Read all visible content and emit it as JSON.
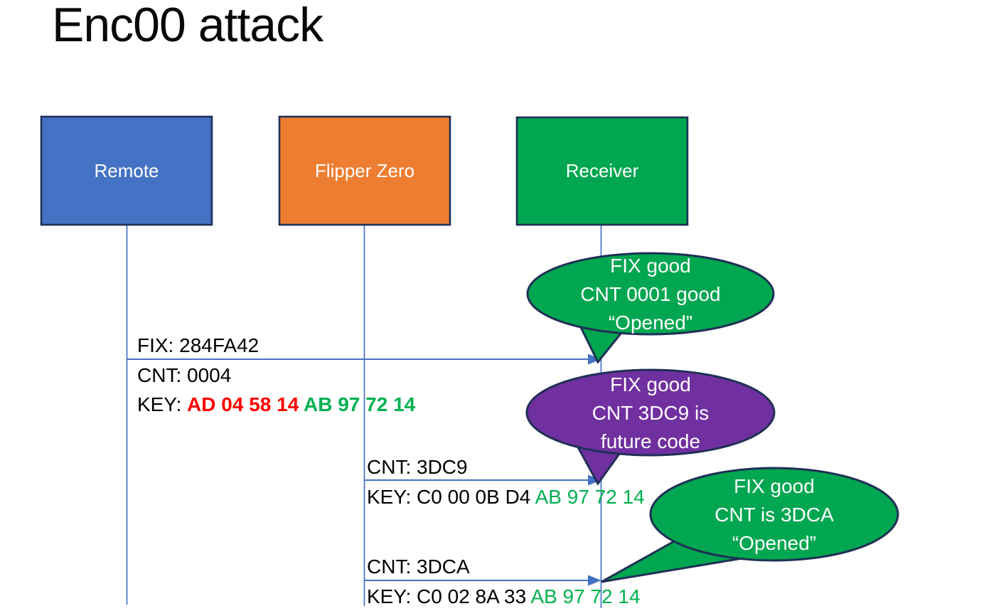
{
  "title": "Enc00 attack",
  "colors": {
    "remote_fill": "#4472C4",
    "flipper_fill": "#ED7D31",
    "receiver_fill": "#00A650",
    "callout_green": "#00A650",
    "callout_purple": "#7030A0",
    "shape_outline": "#1F3055",
    "wire_blue": "#4472C4",
    "key_red": "#FF0000",
    "key_green": "#00B050"
  },
  "actors": [
    {
      "label": "Remote",
      "fill": "#4472C4"
    },
    {
      "label": "Flipper Zero",
      "fill": "#ED7D31"
    },
    {
      "label": "Receiver",
      "fill": "#00A650"
    }
  ],
  "messages": [
    {
      "fix": "FIX: 284FA42",
      "cnt": "CNT: 0004",
      "key_prefix": "KEY: ",
      "key_changed": "AD 04 58 14 ",
      "key_fixed": "AB 97 72 14"
    },
    {
      "cnt": "CNT: 3DC9",
      "key_prefix": "KEY: ",
      "key_counter": "C0 00 0B D4 ",
      "key_fixed": "AB 97 72 14"
    },
    {
      "cnt": "CNT: 3DCA",
      "key_prefix": "KEY: ",
      "key_counter": "C0 02 8A 33 ",
      "key_fixed": "AB 97 72 14"
    }
  ],
  "callouts": [
    {
      "line1": "FIX good",
      "line2": "CNT 0001 good",
      "line3": "“Opened”",
      "fill": "#00A650"
    },
    {
      "line1": "FIX good",
      "line2": "CNT 3DC9 is",
      "line3": "future code",
      "fill": "#7030A0"
    },
    {
      "line1": "FIX good",
      "line2": "CNT is 3DCA",
      "line3": "“Opened”",
      "fill": "#00A650"
    }
  ]
}
